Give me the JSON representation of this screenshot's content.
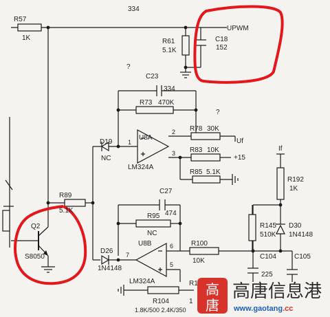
{
  "labels": {
    "top_value": "334",
    "r57": "R57",
    "r57_val": "1K",
    "upwm": "UPWM",
    "c18": "C18",
    "c18_val": "152",
    "r61": "R61",
    "r61_val": "5.1K",
    "q_mark1": "?",
    "q_mark2": "?",
    "c23": "C23",
    "c23_val": "334",
    "r73": "R73",
    "r73_val": "470K",
    "d19": "D19",
    "d19_val": "NC",
    "u8a": "U8A",
    "u8a_part": "LM324A",
    "u8a_pin1": "1",
    "u8a_pin2": "2",
    "u8a_pin3": "3",
    "r78": "R78",
    "r78_val": "30K",
    "uf": "Uf",
    "r83": "R83",
    "r83_val": "10K",
    "plus15": "+15",
    "r85": "R85",
    "r85_val": "5.1K",
    "r89": "R89",
    "r89_val": "5.1K",
    "c27": "C27",
    "c27_val": "474",
    "r95": "R95",
    "r95_nc": "NC",
    "u8b": "U8B",
    "u8b_part": "LM324A",
    "u8b_pin7": "7",
    "u8b_pin6": "6",
    "u8b_pin5": "5",
    "d26": "D26",
    "d26_val": "1N4148",
    "q2": "Q2",
    "q2_val": "S8050",
    "r100": "R100",
    "r100_val": "10K",
    "r104": "R104",
    "r104_val": "1.8K/500 2.4K/350",
    "r1x": "R1",
    "r1x_val": "1",
    "if_label": "If",
    "r192": "R192",
    "r192_val": "1K",
    "r145": "R145",
    "r145_val": "510K",
    "d30": "D30",
    "d30_val": "1N4148",
    "c104": "C104",
    "c104_val": "225",
    "c105": "C105"
  },
  "watermark": {
    "logo_char_1": "高",
    "logo_char_2": "唐",
    "brand": "高唐信息港",
    "url_part1": "www.",
    "url_part2": "gaotang",
    "url_part3": ".cc"
  },
  "colors": {
    "annotation_red": "#e3171c",
    "logo_red": "#d8332a",
    "url_blue": "#1d5fbf",
    "url_red": "#d8332a"
  }
}
